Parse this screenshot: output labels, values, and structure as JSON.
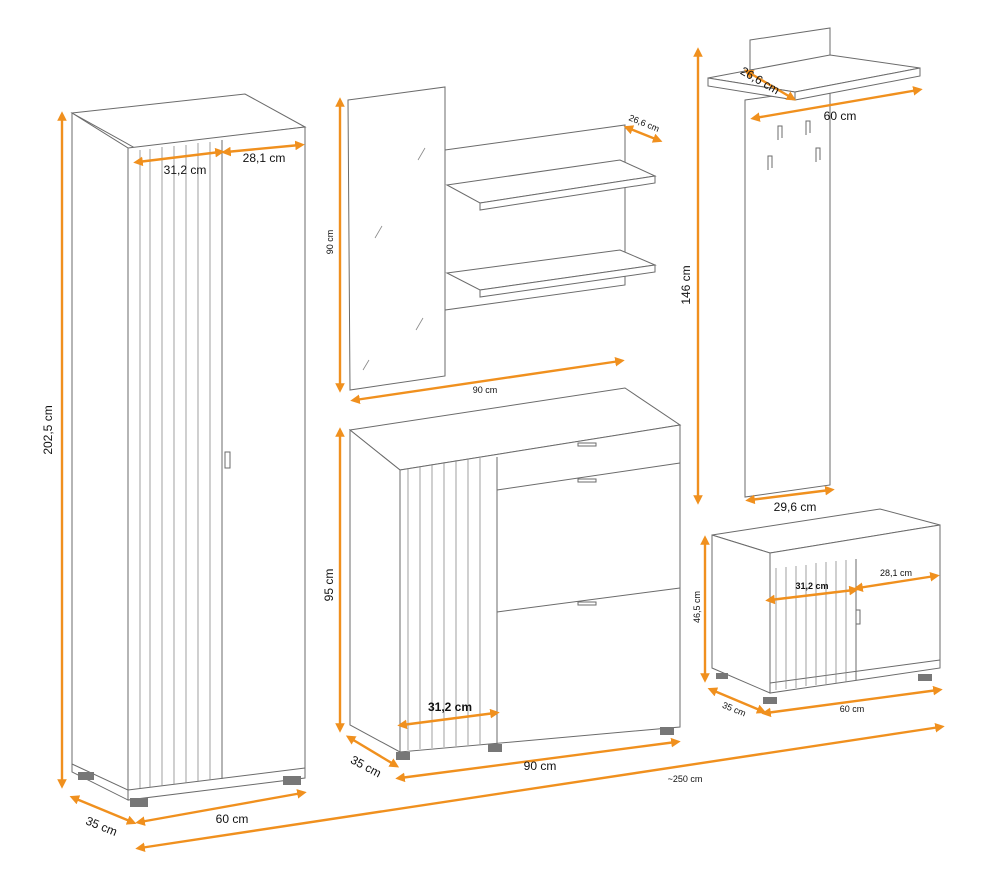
{
  "accent_color": "#f0901e",
  "tall_cabinet": {
    "height": "202,5 cm",
    "slat_door_width": "31,2 cm",
    "door_width": "28,1 cm",
    "depth": "35 cm",
    "width": "60 cm"
  },
  "mirror": {
    "height": "90 cm",
    "width": "90 cm"
  },
  "wall_shelf": {
    "depth": "26,6 cm"
  },
  "sideboard": {
    "height": "95 cm",
    "slat_door_width": "31,2 cm",
    "depth": "35 cm",
    "width": "90 cm"
  },
  "total_width": "~250 cm",
  "coat_rack": {
    "height": "146 cm",
    "shelf_depth": "26,6 cm",
    "shelf_width": "60 cm",
    "panel_width": "29,6 cm"
  },
  "bench": {
    "height": "46,5 cm",
    "slat_door_width": "31,2 cm",
    "door_width": "28,1 cm",
    "depth": "35 cm",
    "width": "60 cm"
  }
}
